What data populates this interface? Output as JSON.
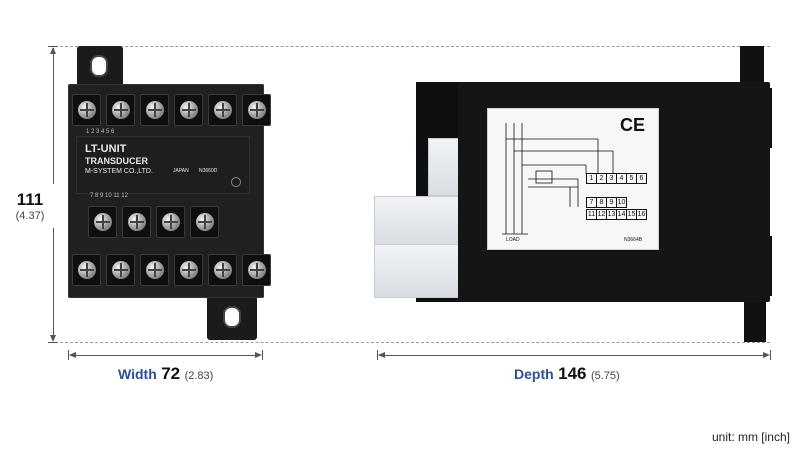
{
  "dimensions": {
    "height": {
      "mm": "111",
      "inch": "(4.37)"
    },
    "width": {
      "label": "Width",
      "mm": "72",
      "inch": "(2.83)"
    },
    "depth": {
      "label": "Depth",
      "mm": "146",
      "inch": "(5.75)"
    }
  },
  "unit_note": "unit: mm [inch]",
  "front_device": {
    "series": "LT-UNIT",
    "type": "TRANSDUCER",
    "maker": "M-SYSTEM CO.,LTD.",
    "origin": "JAPAN",
    "code": "N3660D",
    "top_numbers": "1        2        3        4        5        6",
    "bottom_numbers": "7      8      9      10      11      12"
  },
  "side_device": {
    "ce_mark": "CE",
    "schematic_code": "N3664B",
    "load_label": "LOAD",
    "row1": [
      "1",
      "2",
      "3",
      "4",
      "5",
      "6"
    ],
    "row2": [
      "7",
      "8",
      "9",
      "10"
    ],
    "row3": [
      "11",
      "12",
      "13",
      "14",
      "15",
      "16"
    ]
  }
}
